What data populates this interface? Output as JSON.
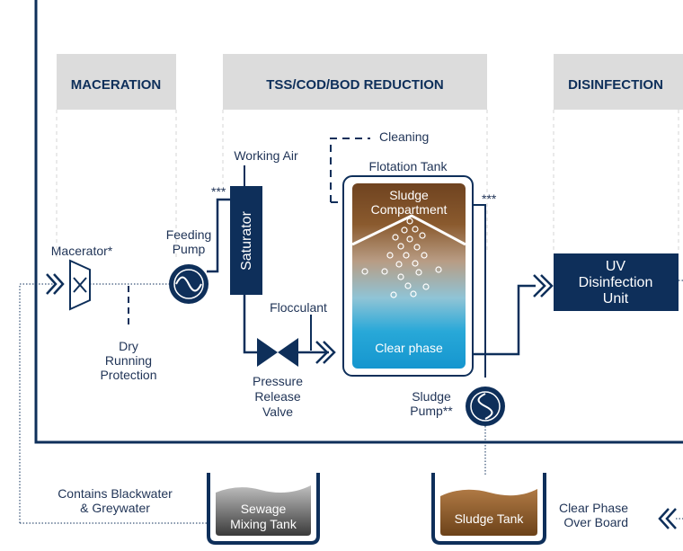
{
  "stages": {
    "maceration": "MACERATION",
    "reduction": "TSS/COD/BOD REDUCTION",
    "disinfection": "DISINFECTION"
  },
  "components": {
    "macerator": "Macerator*",
    "feeding_pump": [
      "Feeding",
      "Pump"
    ],
    "dry_running": [
      "Dry",
      "Running",
      "Protection"
    ],
    "working_air": "Working Air",
    "saturator": "Saturator",
    "flocculant": "Flocculant",
    "pressure_valve": [
      "Pressure",
      "Release",
      "Valve"
    ],
    "cleaning": "Cleaning",
    "flotation_tank": "Flotation Tank",
    "sludge_compartment": [
      "Sludge",
      "Compartment"
    ],
    "clear_phase": "Clear phase",
    "sludge_pump": [
      "Sludge",
      "Pump**"
    ],
    "uv_unit": [
      "UV",
      "Disinfection",
      "Unit"
    ],
    "sewage_tank": [
      "Sewage",
      "Mixing Tank"
    ],
    "sludge_tank": "Sludge Tank",
    "blackwater_note": [
      "Contains Blackwater",
      "& Greywater"
    ],
    "clear_overboard": [
      "Clear Phase",
      "Over Board"
    ],
    "marker": "***"
  },
  "colors": {
    "navy": "#0e2f5a",
    "light_header": "#dcdcdc",
    "sludge_brown": "#7a4e26",
    "clear_blue": "#1aa2d6"
  }
}
